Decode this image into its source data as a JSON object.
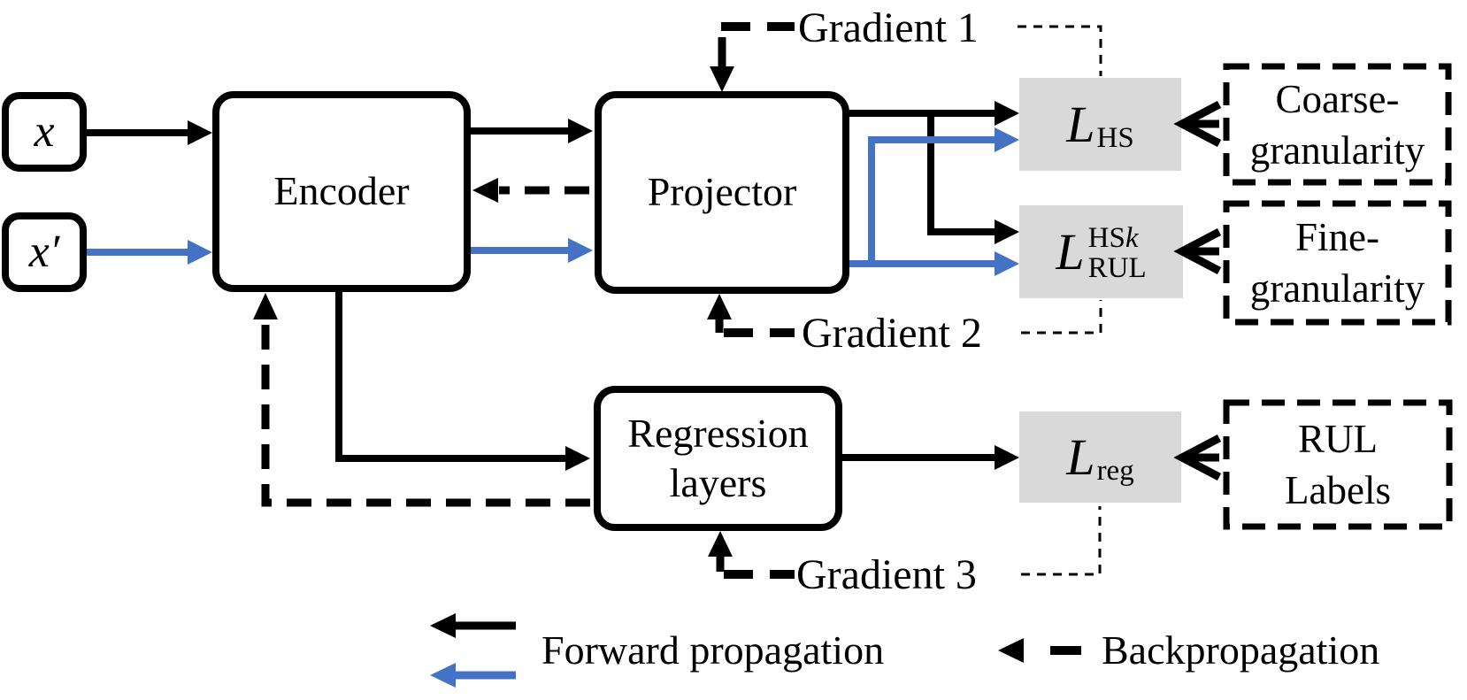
{
  "diagram": {
    "inputs": {
      "x": "x",
      "x_prime": "x′"
    },
    "blocks": {
      "encoder": "Encoder",
      "projector": "Projector",
      "regression_line1": "Regression",
      "regression_line2": "layers"
    },
    "losses": {
      "hs_base": "L",
      "hs_sub": "HS",
      "rul_base": "L",
      "rul_sup": "HS",
      "rul_sup_it": "k",
      "rul_sub": "RUL",
      "reg_base": "L",
      "reg_sub": "reg"
    },
    "targets": {
      "coarse_line1": "Coarse-",
      "coarse_line2": "granularity",
      "fine_line1": "Fine-",
      "fine_line2": "granularity",
      "rul_line1": "RUL",
      "rul_line2": "Labels"
    },
    "gradients": {
      "g1": "Gradient 1",
      "g2": "Gradient 2",
      "g3": "Gradient 3"
    },
    "legend": {
      "forward": "Forward propagation",
      "backward": "Backpropagation"
    },
    "colors": {
      "accent_blue": "#4472c4",
      "loss_bg": "#d9d9d9",
      "line_black": "#000000"
    }
  }
}
